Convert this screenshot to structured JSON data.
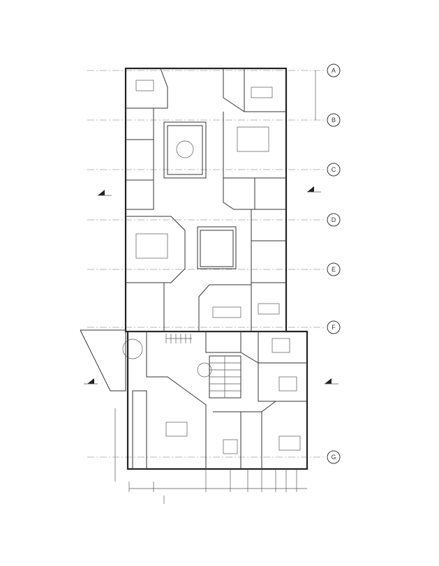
{
  "grid": {
    "labels": [
      "A",
      "B",
      "C",
      "D",
      "E",
      "F",
      "G"
    ]
  },
  "colors": {
    "line": "#333333",
    "background": "#ffffff"
  }
}
